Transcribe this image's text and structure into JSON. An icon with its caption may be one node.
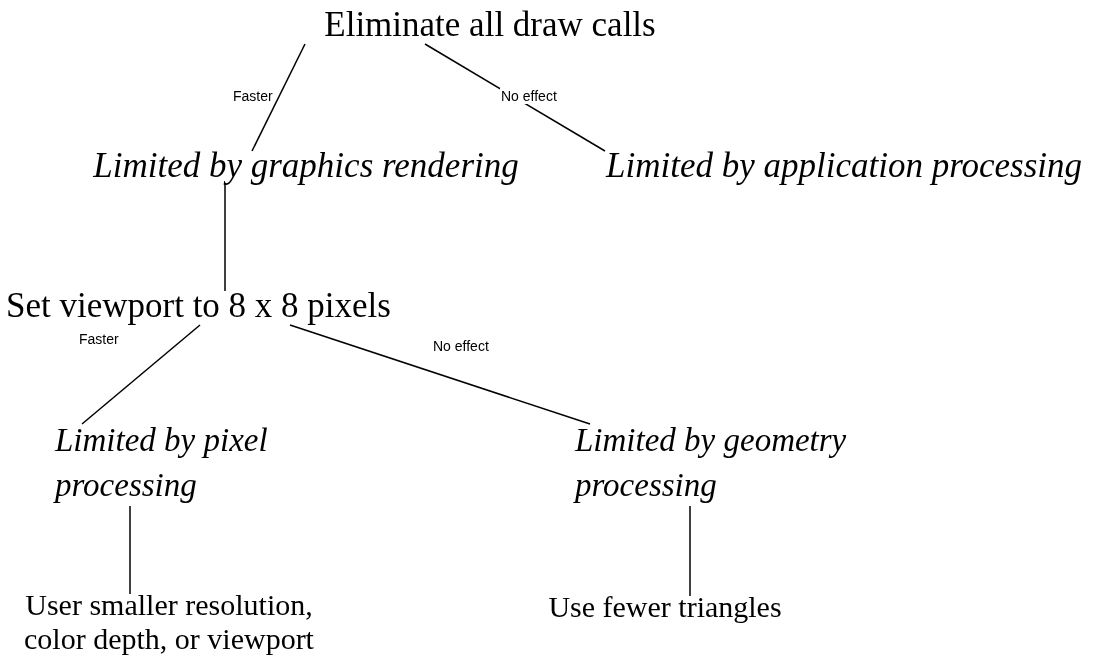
{
  "diagram": {
    "nodes": [
      {
        "text": [
          "Eliminate all draw calls"
        ]
      },
      {
        "text": [
          "Limited by graphics rendering"
        ]
      },
      {
        "text": [
          "Limited by application processing"
        ]
      },
      {
        "text": [
          "Set viewport to 8 x 8 pixels"
        ]
      },
      {
        "text": [
          "Limited by pixel processing"
        ]
      },
      {
        "text": [
          "Limited by geometry processing"
        ]
      },
      {
        "text": [
          "User smaller resolution, color depth, or viewport"
        ]
      },
      {
        "text": [
          "Use fewer triangles"
        ]
      }
    ],
    "edges": [
      {
        "from": 0,
        "to": 1,
        "arrow": "none",
        "label": "Faster"
      },
      {
        "from": 0,
        "to": 2,
        "arrow": "none",
        "label": "No effect"
      },
      {
        "from": 1,
        "to": 3,
        "arrow": "none"
      },
      {
        "from": 3,
        "to": 4,
        "arrow": "none",
        "label": "Faster"
      },
      {
        "from": 3,
        "to": 5,
        "arrow": "none",
        "label": "No effect"
      },
      {
        "from": 4,
        "to": 6,
        "arrow": "none"
      },
      {
        "from": 5,
        "to": 7,
        "arrow": "none"
      }
    ]
  }
}
